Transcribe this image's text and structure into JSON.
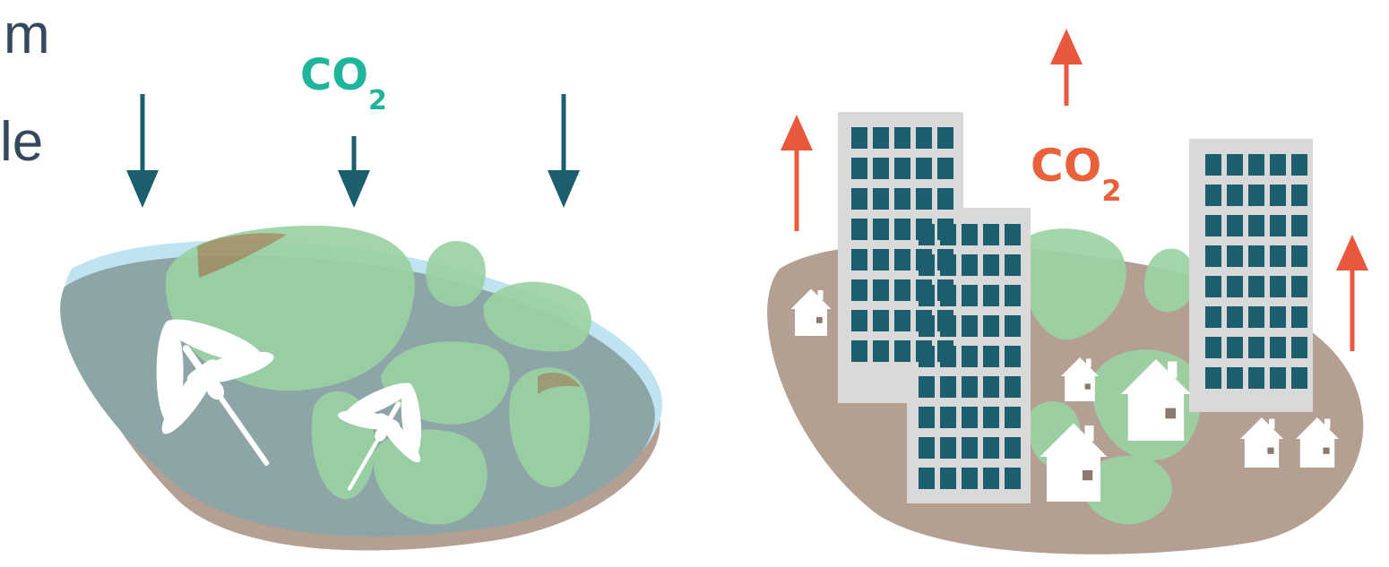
{
  "heading_fragments": [
    "m",
    "le"
  ],
  "left_scene": {
    "label_main": "CO",
    "label_sub": "2",
    "label_color": "#1fb59c",
    "arrow_color": "#1b5e6e",
    "arrow_direction": "down",
    "water_color": "#8ea5a8",
    "water_edge_color": "#bfe3f0",
    "ground_color": "#b49f93",
    "plant_color": "#9bd2a4",
    "insect_icon": "dragonfly-icon"
  },
  "right_scene": {
    "label_main": "CO",
    "label_sub": "2",
    "label_color": "#e9603a",
    "arrow_color": "#e8583c",
    "arrow_direction": "up",
    "ground_color": "#b49f93",
    "building_color": "#d9d9d9",
    "window_color": "#1b5e6e",
    "house_icon": "house-icon"
  }
}
